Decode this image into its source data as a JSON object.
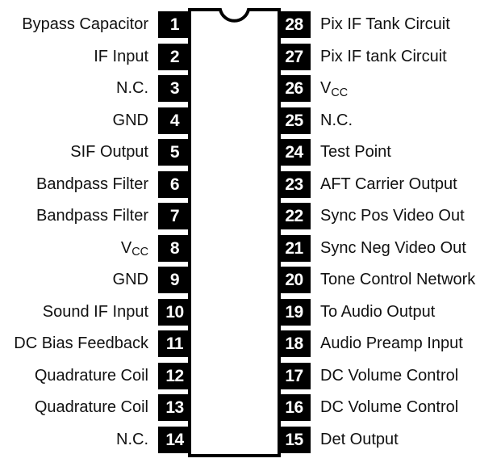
{
  "diagram": {
    "title": "28-pin DIP integrated circuit pinout diagram",
    "package": "DIP-28",
    "notch_position": "top-center",
    "colors": {
      "pad_fill": "#000000",
      "pad_text": "#ffffff",
      "body_outline": "#000000",
      "background": "#ffffff",
      "label_text": "#111111"
    }
  },
  "left_pins": [
    {
      "number": "1",
      "label": "Bypass Capacitor"
    },
    {
      "number": "2",
      "label": "IF Input"
    },
    {
      "number": "3",
      "label": "N.C."
    },
    {
      "number": "4",
      "label": "GND"
    },
    {
      "number": "5",
      "label": "SIF Output"
    },
    {
      "number": "6",
      "label": "Bandpass Filter"
    },
    {
      "number": "7",
      "label": "Bandpass Filter"
    },
    {
      "number": "8",
      "label": "V",
      "label_sub": "CC"
    },
    {
      "number": "9",
      "label": "GND"
    },
    {
      "number": "10",
      "label": "Sound IF Input"
    },
    {
      "number": "11",
      "label": "DC Bias Feedback"
    },
    {
      "number": "12",
      "label": "Quadrature Coil"
    },
    {
      "number": "13",
      "label": "Quadrature Coil"
    },
    {
      "number": "14",
      "label": "N.C."
    }
  ],
  "right_pins": [
    {
      "number": "28",
      "label": "Pix IF Tank Circuit"
    },
    {
      "number": "27",
      "label": "Pix IF tank Circuit"
    },
    {
      "number": "26",
      "label": "V",
      "label_sub": "CC"
    },
    {
      "number": "25",
      "label": "N.C."
    },
    {
      "number": "24",
      "label": "Test Point"
    },
    {
      "number": "23",
      "label": "AFT Carrier Output"
    },
    {
      "number": "22",
      "label": "Sync Pos Video Out"
    },
    {
      "number": "21",
      "label": "Sync Neg Video Out"
    },
    {
      "number": "20",
      "label": "Tone Control Network"
    },
    {
      "number": "19",
      "label": "To Audio Output"
    },
    {
      "number": "18",
      "label": "Audio Preamp Input"
    },
    {
      "number": "17",
      "label": "DC Volume Control"
    },
    {
      "number": "16",
      "label": "DC Volume Control"
    },
    {
      "number": "15",
      "label": "Det Output"
    }
  ]
}
